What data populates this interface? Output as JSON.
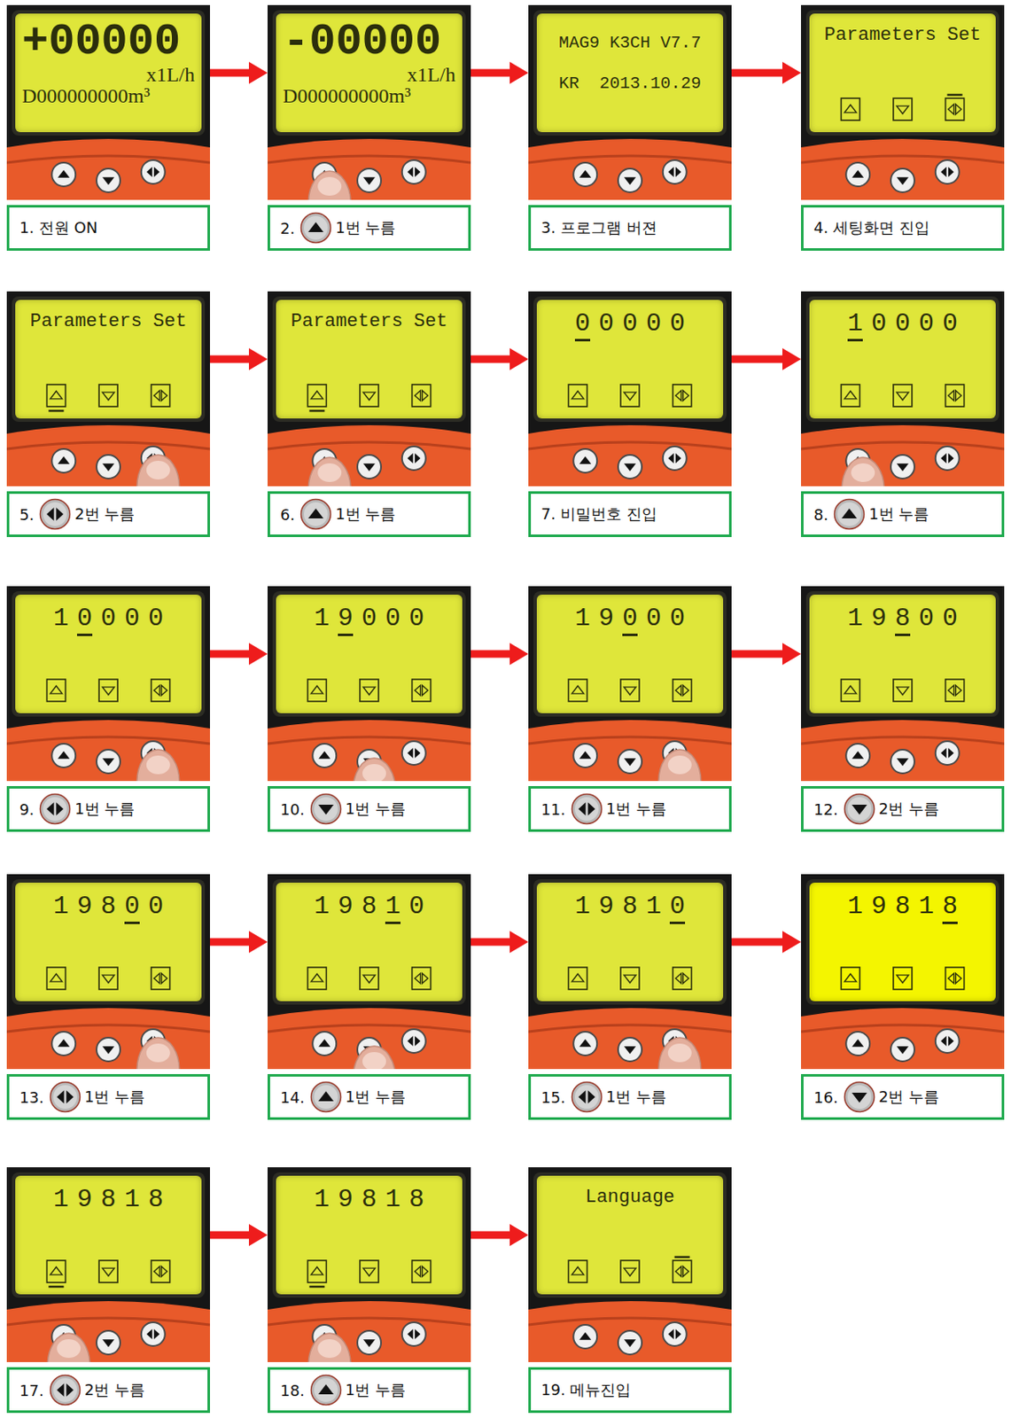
{
  "diagram": {
    "nodes": [
      {
        "text": [
          "+00000",
          "x1L/h",
          "D000000000m³"
        ]
      },
      {
        "text": [
          "1. 전원 ON"
        ]
      },
      {
        "text": [
          "-00000",
          "x1L/h",
          "D000000000m³"
        ]
      },
      {
        "text": [
          "2.",
          "1번 누름"
        ]
      },
      {
        "text": [
          "MAG9 K3CH V7.7",
          "KR  2013.10.29"
        ]
      },
      {
        "text": [
          "3. 프로그램 버젼"
        ]
      },
      {
        "text": [
          "Parameters Set"
        ]
      },
      {
        "text": [
          "4. 세팅화면 진입"
        ]
      },
      {
        "text": [
          "Parameters Set"
        ]
      },
      {
        "text": [
          "5.",
          "2번 누름"
        ]
      },
      {
        "text": [
          "Parameters Set"
        ]
      },
      {
        "text": [
          "6.",
          "1번 누름"
        ]
      },
      {
        "text": [
          "00000"
        ]
      },
      {
        "text": [
          "7. 비밀번호 진입"
        ]
      },
      {
        "text": [
          "10000"
        ]
      },
      {
        "text": [
          "8.",
          "1번 누름"
        ]
      },
      {
        "text": [
          "10000"
        ]
      },
      {
        "text": [
          "9.",
          "1번 누름"
        ]
      },
      {
        "text": [
          "19000"
        ]
      },
      {
        "text": [
          "10.",
          "1번 누름"
        ]
      },
      {
        "text": [
          "19000"
        ]
      },
      {
        "text": [
          "11.",
          "1번 누름"
        ]
      },
      {
        "text": [
          "19800"
        ]
      },
      {
        "text": [
          "12.",
          "2번 누름"
        ]
      },
      {
        "text": [
          "19800"
        ]
      },
      {
        "text": [
          "13.",
          "1번 누름"
        ]
      },
      {
        "text": [
          "19810"
        ]
      },
      {
        "text": [
          "14.",
          "1번 누름"
        ]
      },
      {
        "text": [
          "19810"
        ]
      },
      {
        "text": [
          "15.",
          "1번 누름"
        ]
      },
      {
        "text": [
          "19818"
        ]
      },
      {
        "text": [
          "16.",
          "2번 누름"
        ]
      },
      {
        "text": [
          "19818"
        ]
      },
      {
        "text": [
          "17.",
          "2번 누름"
        ]
      },
      {
        "text": [
          "19818"
        ]
      },
      {
        "text": [
          "18.",
          "1번 누름"
        ]
      },
      {
        "text": [
          "Language"
        ]
      },
      {
        "text": [
          "19. 메뉴진입"
        ]
      }
    ],
    "edges": [
      {
        "from": 0,
        "to": 2,
        "arrow": "to"
      },
      {
        "from": 2,
        "to": 4,
        "arrow": "to"
      },
      {
        "from": 4,
        "to": 6,
        "arrow": "to"
      },
      {
        "from": 8,
        "to": 10,
        "arrow": "to"
      },
      {
        "from": 10,
        "to": 12,
        "arrow": "to"
      },
      {
        "from": 12,
        "to": 14,
        "arrow": "to"
      },
      {
        "from": 16,
        "to": 18,
        "arrow": "to"
      },
      {
        "from": 18,
        "to": 20,
        "arrow": "to"
      },
      {
        "from": 20,
        "to": 22,
        "arrow": "to"
      },
      {
        "from": 24,
        "to": 26,
        "arrow": "to"
      },
      {
        "from": 26,
        "to": 28,
        "arrow": "to"
      },
      {
        "from": 28,
        "to": 30,
        "arrow": "to"
      },
      {
        "from": 32,
        "to": 34,
        "arrow": "to"
      },
      {
        "from": 34,
        "to": 36,
        "arrow": "to"
      }
    ]
  }
}
